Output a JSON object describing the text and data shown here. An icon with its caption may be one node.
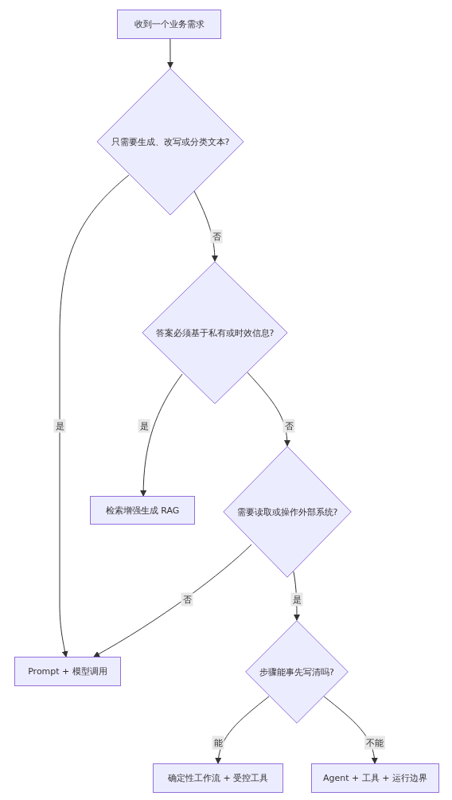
{
  "diagram": {
    "nodes": [
      {
        "text": [
          "收到一个业务需求"
        ]
      },
      {
        "text": [
          "只需要生成、改写或分类文本?"
        ]
      },
      {
        "text": [
          "答案必须基于私有或时效信息?"
        ]
      },
      {
        "text": [
          "检索增强生成 RAG"
        ]
      },
      {
        "text": [
          "需要读取或操作外部系统?"
        ]
      },
      {
        "text": [
          "Prompt + 模型调用"
        ]
      },
      {
        "text": [
          "步骤能事先写清吗?"
        ]
      },
      {
        "text": [
          "确定性工作流 + 受控工具"
        ]
      },
      {
        "text": [
          "Agent + 工具 + 运行边界"
        ]
      }
    ],
    "edges": [
      {
        "from": 0,
        "to": 1,
        "arrow": "to"
      },
      {
        "from": 1,
        "to": 5,
        "arrow": "to",
        "label": "是"
      },
      {
        "from": 1,
        "to": 2,
        "arrow": "to",
        "label": "否"
      },
      {
        "from": 2,
        "to": 3,
        "arrow": "to",
        "label": "是"
      },
      {
        "from": 2,
        "to": 4,
        "arrow": "to",
        "label": "否"
      },
      {
        "from": 4,
        "to": 6,
        "arrow": "to",
        "label": "是"
      },
      {
        "from": 4,
        "to": 5,
        "arrow": "to",
        "label": "否"
      },
      {
        "from": 6,
        "to": 7,
        "arrow": "to",
        "label": "能"
      },
      {
        "from": 6,
        "to": 8,
        "arrow": "to",
        "label": "不能"
      }
    ]
  }
}
